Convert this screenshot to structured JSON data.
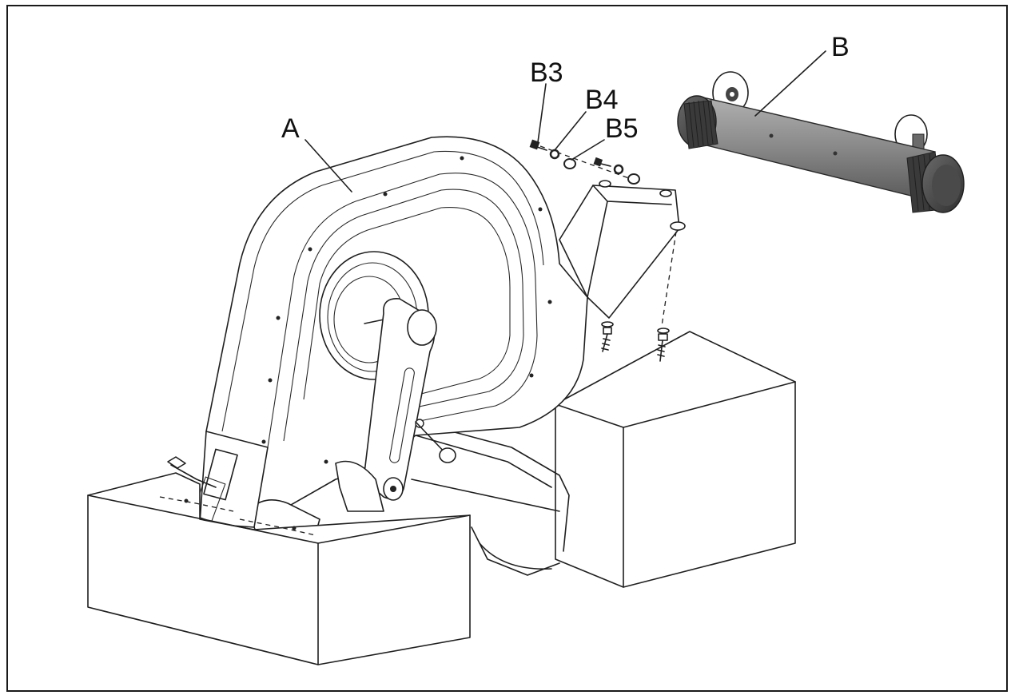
{
  "labels": {
    "A": "A",
    "B": "B",
    "B3": "B3",
    "B4": "B4",
    "B5": "B5"
  },
  "colors": {
    "line": "#1f1f1f",
    "tube": "#8c8c8c",
    "tube_dark": "#4a4a4a",
    "background": "#ffffff"
  },
  "icons": {
    "bolt": "hex-head-bolt-icon",
    "washer": "washer-icon",
    "wheel": "transport-wheel-icon"
  }
}
